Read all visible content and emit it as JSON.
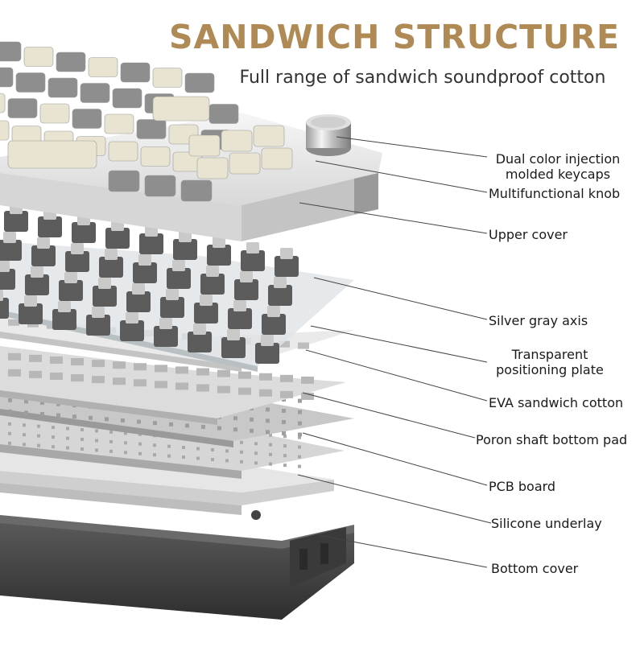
{
  "header": {
    "title": "SANDWICH STRUCTURE",
    "subtitle": "Full range of sandwich soundproof cotton"
  },
  "labels": {
    "keycaps_line1": "Dual color injection",
    "keycaps_line2": "molded keycaps",
    "knob": "Multifunctional knob",
    "upper_cover": "Upper cover",
    "switches": "Silver gray axis",
    "plate_line1": "Transparent",
    "plate_line2": "positioning plate",
    "eva": "EVA sandwich cotton",
    "poron": "Poron shaft bottom pad",
    "pcb": "PCB board",
    "silicone": "Silicone underlay",
    "bottom_cover": "Bottom cover"
  },
  "colors": {
    "title": "#b08a55",
    "keycap_cream": "#e9e4d2",
    "keycap_gray": "#8e8e8e",
    "case_white": "#eeeeee",
    "bottom_case": "#4a4a4a",
    "leader_line": "#444444"
  }
}
